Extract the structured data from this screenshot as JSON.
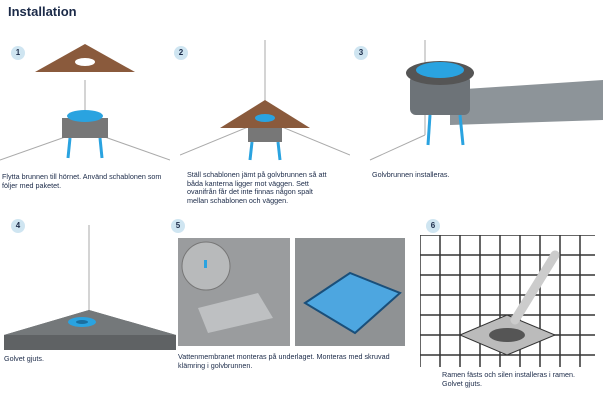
{
  "title": "Installation",
  "steps": [
    {
      "number": "1",
      "caption": "Flytta brunnen till hörnet. Använd schablonen som följer med paketet."
    },
    {
      "number": "2",
      "caption": "Ställ schablonen jämt på golvbrunnen så att båda kanterna ligger mot väggen. Sett ovanifrån får det inte finnas någon spalt mellan schablonen och väggen."
    },
    {
      "number": "3",
      "caption": "Golvbrunnen installeras."
    },
    {
      "number": "4",
      "caption": "Golvet gjuts."
    },
    {
      "number": "5",
      "caption": "Vattenmembranet monteras på underlaget. Monteras med skruvad klämring i golvbrunnen."
    },
    {
      "number": "6",
      "caption": "Ramen fästs och silen installeras i ramen. Golvet gjuts."
    }
  ],
  "colors": {
    "text": "#1b2a48",
    "badge": "#cfe5f1",
    "accent": "#2aa3e0",
    "template": "#8a5a3c"
  }
}
